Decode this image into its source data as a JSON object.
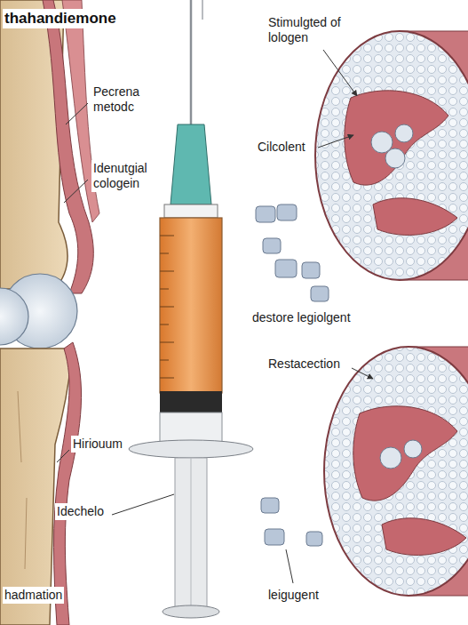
{
  "diagram": {
    "title": "thahandiemone",
    "labels": [
      "Stimulgted of lologen",
      "Pecrena metodc",
      "Cilcolent",
      "Idenutgial cologein",
      "destore legiolgent",
      "Restacection",
      "Hiriouum",
      "Idechelo",
      "hadmation",
      "leigugent"
    ]
  }
}
